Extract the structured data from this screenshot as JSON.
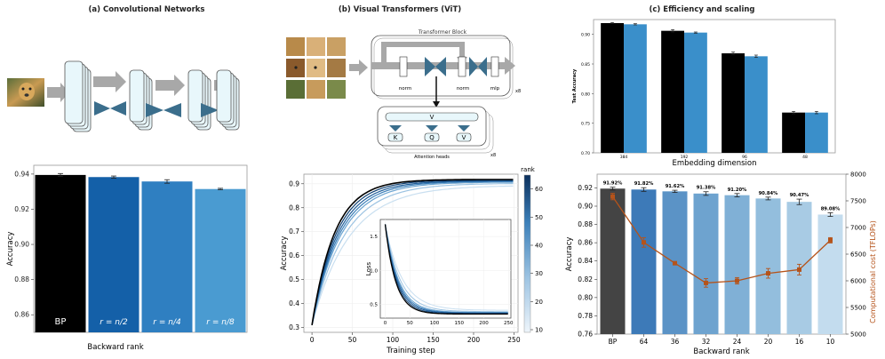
{
  "panel_titles": {
    "a": "(a) Convolutional Networks",
    "b": "(b) Visual Transformers (ViT)",
    "c": "(c) Efficiency and scaling"
  },
  "vit_diagram": {
    "block_label": "Transformer Block",
    "norm_label_1": "norm",
    "norm_label_2": "norm",
    "mlp_label": "mlp",
    "repeat_label": "x8",
    "attn_v_top": "V",
    "attn_k": "K",
    "attn_q": "Q",
    "attn_v": "V",
    "heads_label": "Attention heads",
    "heads_repeat": "x8"
  },
  "colors": {
    "black": "#000000",
    "blue_dark": "#1460a8",
    "blue_mid": "#2f7fc1",
    "blue_light": "#4a9bd1",
    "orange": "#b5531a",
    "conv_block": "#e8f7fb",
    "gray_arrow": "#a8a8a8",
    "bowtie": "#3b6e8c"
  },
  "chart_data": [
    {
      "id": "a-bar",
      "type": "bar",
      "categories": [
        "BP",
        "r = n/2",
        "r = n/4",
        "r = n/8"
      ],
      "values": [
        0.9395,
        0.9383,
        0.9358,
        0.9315
      ],
      "errors": [
        0.0008,
        0.0006,
        0.001,
        0.0004
      ],
      "colors": [
        "#000000",
        "#1460a8",
        "#2f7fc1",
        "#4a9bd1"
      ],
      "ylabel": "Accuracy",
      "xlabel": "Backward rank",
      "ylim": [
        0.85,
        0.945
      ],
      "yticks": [
        "0.86",
        "0.88",
        "0.90",
        "0.92",
        "0.94"
      ],
      "ytick_values": [
        0.86,
        0.88,
        0.9,
        0.92,
        0.94
      ]
    },
    {
      "id": "b-line",
      "type": "line",
      "xlabel": "Training step",
      "ylabel": "Accuracy",
      "xlim": [
        -10,
        255
      ],
      "ylim": [
        0.28,
        0.94
      ],
      "xticks": [
        "0",
        "50",
        "100",
        "150",
        "200",
        "250"
      ],
      "xtick_values": [
        0,
        50,
        100,
        150,
        200,
        250
      ],
      "yticks": [
        "0.3",
        "0.4",
        "0.5",
        "0.6",
        "0.7",
        "0.8",
        "0.9"
      ],
      "ytick_values": [
        0.3,
        0.4,
        0.5,
        0.6,
        0.7,
        0.8,
        0.9
      ],
      "colorbar_label": "rank",
      "colorbar_ticks": [
        "10",
        "20",
        "30",
        "40",
        "50",
        "60"
      ],
      "colorbar_tick_values": [
        10,
        20,
        30,
        40,
        50,
        60
      ],
      "series": [
        {
          "rank": 64,
          "color": "#000000",
          "start": 0.31,
          "final": 0.918,
          "k": 28
        },
        {
          "rank": 56,
          "color": "#0d3f72",
          "start": 0.31,
          "final": 0.915,
          "k": 30
        },
        {
          "rank": 48,
          "color": "#1f5d99",
          "start": 0.31,
          "final": 0.912,
          "k": 32
        },
        {
          "rank": 40,
          "color": "#3b7fb9",
          "start": 0.31,
          "final": 0.91,
          "k": 34
        },
        {
          "rank": 32,
          "color": "#6aa3d0",
          "start": 0.31,
          "final": 0.907,
          "k": 36
        },
        {
          "rank": 20,
          "color": "#9cc3e2",
          "start": 0.31,
          "final": 0.902,
          "k": 40
        },
        {
          "rank": 10,
          "color": "#c9dff0",
          "start": 0.31,
          "final": 0.893,
          "k": 46
        }
      ],
      "inset": {
        "ylabel": "Loss",
        "xlim": [
          -10,
          255
        ],
        "ylim": [
          0.3,
          1.75
        ],
        "yticks": [
          "0.5",
          "1.0",
          "1.5"
        ],
        "ytick_values": [
          0.5,
          1.0,
          1.5
        ],
        "xticks": [
          "0",
          "50",
          "100",
          "150",
          "200",
          "250"
        ],
        "xtick_values": [
          0,
          50,
          100,
          150,
          200,
          250
        ]
      }
    },
    {
      "id": "c-top-bar",
      "type": "bar",
      "categories": [
        "384",
        "192",
        "96",
        "48"
      ],
      "xlabel": "Embedding dimension",
      "ylabel": "Test Accuracy",
      "ylim": [
        0.7,
        0.925
      ],
      "yticks": [
        "0.70",
        "0.75",
        "0.80",
        "0.85",
        "0.90"
      ],
      "ytick_values": [
        0.7,
        0.75,
        0.8,
        0.85,
        0.9
      ],
      "series": [
        {
          "color": "#000000",
          "values": [
            0.919,
            0.906,
            0.868,
            0.768
          ],
          "errors": [
            0.001,
            0.002,
            0.002,
            0.002
          ]
        },
        {
          "color": "#3a8fca",
          "values": [
            0.917,
            0.903,
            0.863,
            0.768
          ],
          "errors": [
            0.001,
            0.001,
            0.002,
            0.002
          ]
        }
      ]
    },
    {
      "id": "c-bottom-bar",
      "type": "bar",
      "categories": [
        "BP",
        "64",
        "36",
        "32",
        "24",
        "20",
        "16",
        "10"
      ],
      "values": [
        0.9192,
        0.9182,
        0.9162,
        0.9138,
        0.912,
        0.9084,
        0.9047,
        0.8908
      ],
      "value_labels": [
        "91.92%",
        "91.82%",
        "91.62%",
        "91.38%",
        "91.20%",
        "90.84%",
        "90.47%",
        "89.08%"
      ],
      "errors": [
        0.0015,
        0.002,
        0.0012,
        0.002,
        0.0018,
        0.0015,
        0.003,
        0.002
      ],
      "colors": [
        "#444444",
        "#3d7ab8",
        "#5b93c6",
        "#6ea3cf",
        "#80b0d6",
        "#93bedd",
        "#a8cbe4",
        "#c3dcee"
      ],
      "xlabel": "Backward rank",
      "ylabel": "Accuracy",
      "ylim": [
        0.76,
        0.935
      ],
      "yticks": [
        "0.76",
        "0.78",
        "0.80",
        "0.82",
        "0.84",
        "0.86",
        "0.88",
        "0.90",
        "0.92"
      ],
      "ytick_values": [
        0.76,
        0.78,
        0.8,
        0.82,
        0.84,
        0.86,
        0.88,
        0.9,
        0.92
      ],
      "y2label": "Computational cost (TFLOPs)",
      "y2lim": [
        5000,
        8000
      ],
      "y2ticks": [
        "5000",
        "5500",
        "6000",
        "6500",
        "7000",
        "7500",
        "8000"
      ],
      "y2tick_values": [
        5000,
        5500,
        6000,
        6500,
        7000,
        7500,
        8000
      ],
      "cost_values": [
        7580,
        6720,
        6330,
        5960,
        6000,
        6140,
        6210,
        6760
      ],
      "cost_errors": [
        60,
        90,
        30,
        80,
        60,
        90,
        100,
        50
      ]
    }
  ]
}
